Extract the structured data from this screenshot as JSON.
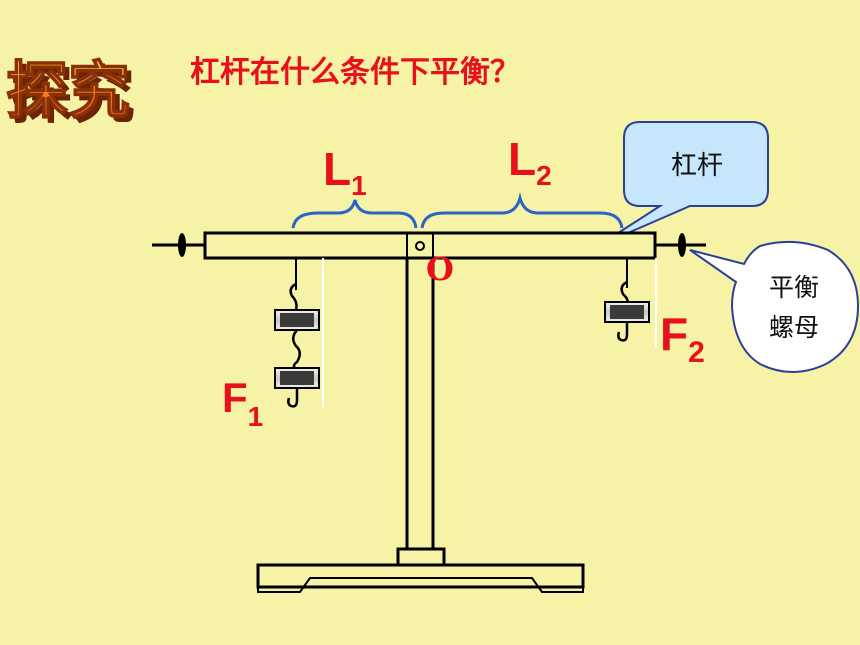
{
  "logo": {
    "text": "探究"
  },
  "title": "杠杆在什么条件下平衡？",
  "labels": {
    "L1": {
      "main": "L",
      "sub": "1"
    },
    "L2": {
      "main": "L",
      "sub": "2"
    },
    "F1": {
      "main": "F",
      "sub": "1"
    },
    "F2": {
      "main": "F",
      "sub": "2"
    },
    "pivot": "O"
  },
  "callouts": {
    "lever": "杠杆",
    "nut_line1": "平衡",
    "nut_line2": "螺母"
  },
  "colors": {
    "background": "#f6f2a6",
    "accent_red": "#e8101a",
    "brace_blue": "#2d63c8",
    "callout_fill": "#c5e6fb",
    "callout_stroke": "#2b3f9a",
    "outline": "#000000",
    "weight_dark": "#3a3a3a",
    "weight_light": "#d8d8d0",
    "logo_fill": "#f08a1c",
    "logo_edge": "#7a2a08"
  }
}
